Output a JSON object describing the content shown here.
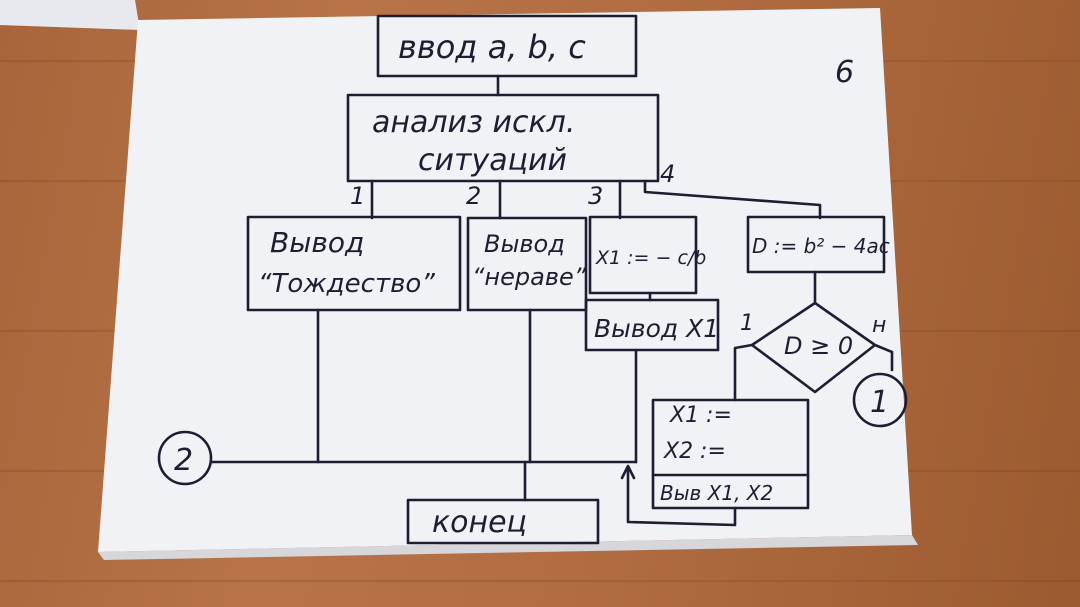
{
  "page_number": "6",
  "nodes": {
    "input": "ввод a, b, c",
    "analysis_line1": "анализ искл.",
    "analysis_line2": "ситуаций",
    "out_identity_line1": "Вывод",
    "out_identity_line2": "“Тождество”",
    "out_inequality_line1": "Вывод",
    "out_inequality_line2": "“нераве”",
    "assign_x1": "X1 := − c/b",
    "output_x1": "Вывод X1",
    "discriminant": "D := b² − 4ac",
    "decision": "D ≥ 0",
    "calc_x1": "X1 :=",
    "calc_x2": "X2 :=",
    "output_x1x2": "Выв X1, X2",
    "end": "конец"
  },
  "branch_labels": {
    "b1": "1",
    "b2": "2",
    "b3": "3",
    "b4": "4",
    "yes": "1",
    "no": "н"
  },
  "connectors": {
    "c1": "1",
    "c2": "2"
  }
}
